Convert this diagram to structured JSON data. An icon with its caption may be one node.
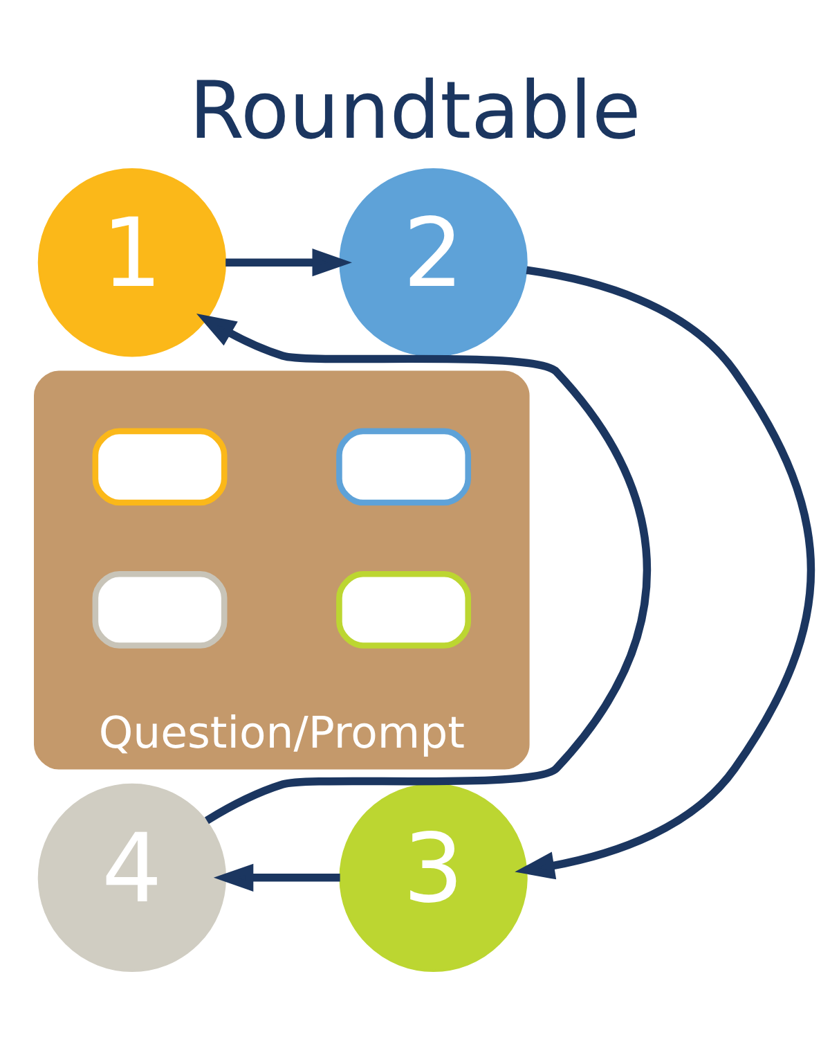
{
  "diagram": {
    "title": "Roundtable",
    "nodes": [
      {
        "text": [
          "1"
        ]
      },
      {
        "text": [
          "2"
        ]
      },
      {
        "text": [
          "Question/Prompt"
        ]
      },
      {
        "text": [],
        "shape": "box",
        "in": 2
      },
      {
        "text": [],
        "shape": "box",
        "in": 2
      },
      {
        "text": [],
        "shape": "box",
        "in": 2
      },
      {
        "text": [],
        "shape": "box",
        "in": 2
      },
      {
        "text": [
          "4"
        ]
      },
      {
        "text": [
          "3"
        ]
      }
    ],
    "edges": [
      {
        "from": 0,
        "to": 1,
        "arrow": "to"
      },
      {
        "from": 1,
        "to": 8,
        "arrow": "to"
      },
      {
        "from": 8,
        "to": 7,
        "arrow": "to"
      },
      {
        "from": 7,
        "to": 0,
        "arrow": "to"
      }
    ]
  }
}
